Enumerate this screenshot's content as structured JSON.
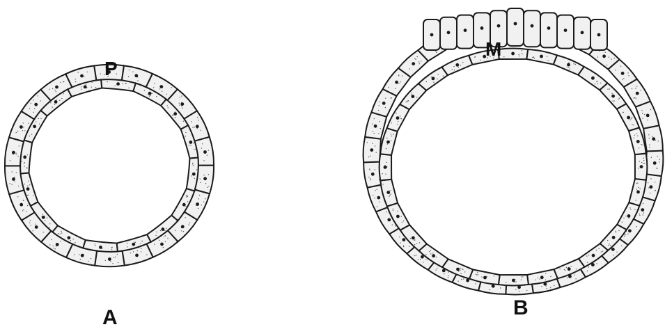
{
  "diagram": {
    "panels": [
      {
        "id": "A",
        "label": "A",
        "marker_label": "P"
      },
      {
        "id": "B",
        "label": "B",
        "marker_label": "M"
      }
    ],
    "colors": {
      "outline": "#1a1a1a",
      "cell_fill": "#f1f1f1",
      "stipple": "#555555"
    }
  }
}
